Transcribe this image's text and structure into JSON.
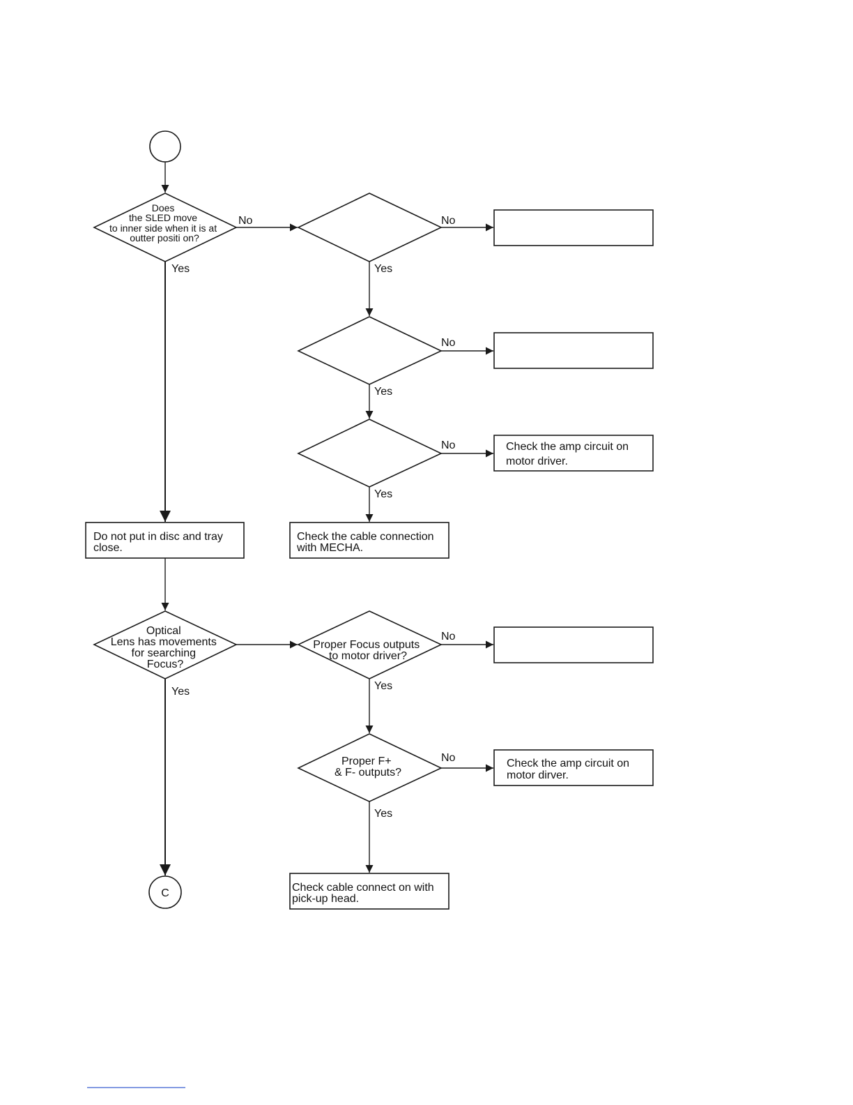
{
  "connector_end": {
    "label": "C"
  },
  "decisions": {
    "sled_move": {
      "lines": [
        "Does",
        "the SLED move",
        "to inner side when it is at",
        "outter positi on?"
      ]
    },
    "optical_lens": {
      "lines": [
        "Optical",
        "Lens has movements",
        "for searching",
        "Focus?"
      ]
    },
    "proper_focus": {
      "lines": [
        "Proper Focus  outputs",
        "to motor driver?"
      ]
    },
    "proper_f_outputs": {
      "lines": [
        "Proper F+",
        "& F- outputs?"
      ]
    }
  },
  "boxes": {
    "no_disc": {
      "lines": [
        "Do not put in disc and tray",
        "close."
      ]
    },
    "cable_mecha": {
      "lines": [
        "Check the cable connection",
        "with MECHA."
      ]
    },
    "amp_circuit_1": {
      "lines": [
        "Check the amp circuit on",
        "motor driver."
      ]
    },
    "amp_circuit_2": {
      "lines": [
        "Check the amp circuit on",
        "motor dirver."
      ]
    },
    "cable_pickup": {
      "lines": [
        "Check cable connect on with",
        "pick-up head."
      ]
    }
  },
  "labels": {
    "yes": "Yes",
    "no": "No"
  },
  "colors": {
    "stroke": "#1a1a1a",
    "footer_link": "#3a5fd0"
  }
}
